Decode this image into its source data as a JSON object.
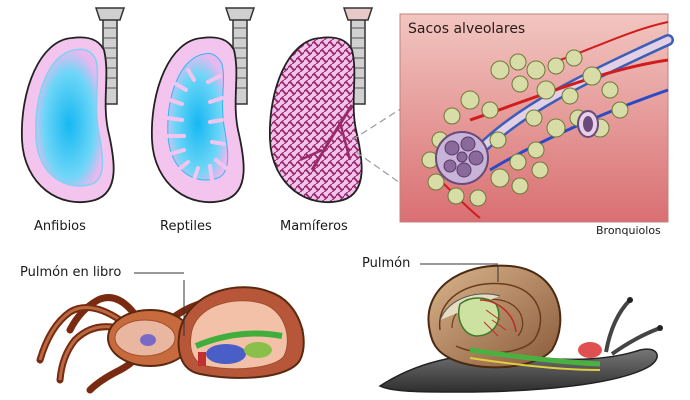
{
  "lungs": {
    "amphibians": "Anfibios",
    "reptiles": "Reptiles",
    "mammals": "Mamíferos"
  },
  "inset": {
    "title": "Sacos alveolares",
    "caption": "Bronquiolos"
  },
  "spider": {
    "label": "Pulmón en libro"
  },
  "snail": {
    "label": "Pulmón"
  },
  "colors": {
    "lung_fill": "#f3c6ef",
    "air_blue": "#2fc4f4",
    "tissue": "#9a2a6a",
    "inset_bg": "#e89a9a",
    "trachea": "#c9c9c9"
  }
}
